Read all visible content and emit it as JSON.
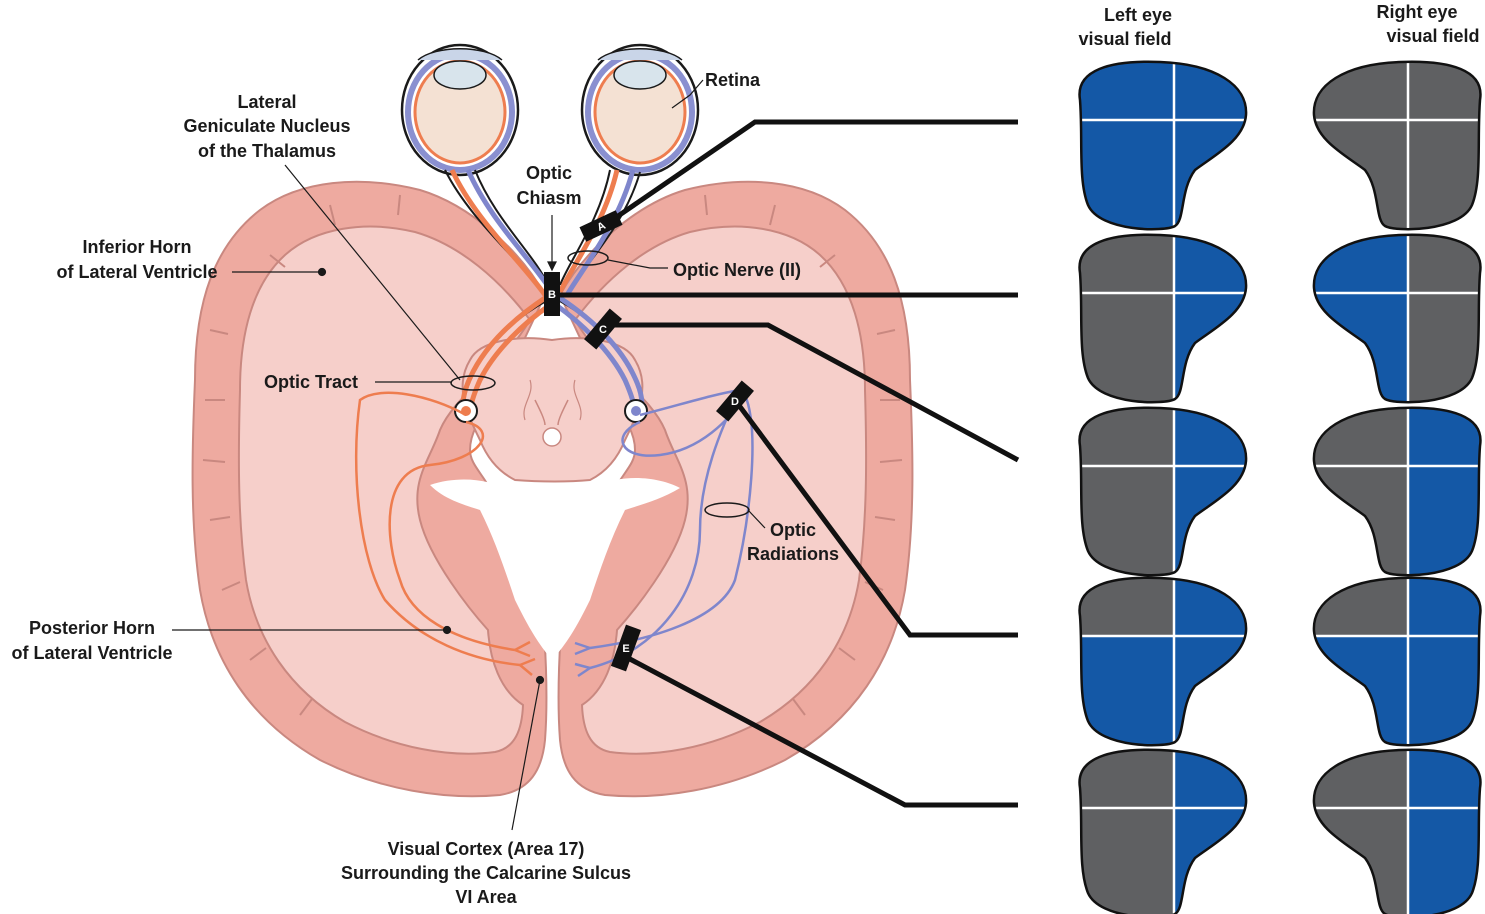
{
  "colors": {
    "brain_outer": "#eeaaa0",
    "brain_inner": "#f6cfca",
    "brain_stroke": "#c98880",
    "field_blue": "#1458a6",
    "field_gray": "#5f6062",
    "path_orange": "#ee7d4f",
    "path_blue": "#7f86cc",
    "eye_skin": "#f4e1d3",
    "lesion": "#111111"
  },
  "headers": {
    "left_eye": [
      "Left eye",
      "visual field"
    ],
    "right_eye": [
      "Right eye",
      "visual field"
    ]
  },
  "labels": {
    "retina": "Retina",
    "lgn": [
      "Lateral",
      "Geniculate Nucleus",
      "of the Thalamus"
    ],
    "optic_chiasm": [
      "Optic",
      "Chiasm"
    ],
    "inferior_horn": [
      "Inferior Horn",
      "of Lateral Ventricle"
    ],
    "optic_nerve": "Optic Nerve (II)",
    "optic_tract": "Optic Tract",
    "optic_radiations": [
      "Optic",
      "Radiations"
    ],
    "posterior_horn": [
      "Posterior Horn",
      "of Lateral Ventricle"
    ],
    "visual_cortex": [
      "Visual Cortex (Area 17)",
      "Surrounding the Calcarine Sulcus",
      "VI Area"
    ]
  },
  "lesions": [
    {
      "letter": "A",
      "left_eye": {
        "ul": "blue",
        "ur": "blue",
        "ll": "blue",
        "lr": "blue"
      },
      "right_eye": {
        "ul": "gray",
        "ur": "gray",
        "ll": "gray",
        "lr": "gray"
      }
    },
    {
      "letter": "B",
      "left_eye": {
        "ul": "gray",
        "ur": "blue",
        "ll": "gray",
        "lr": "blue"
      },
      "right_eye": {
        "ul": "blue",
        "ur": "gray",
        "ll": "blue",
        "lr": "gray"
      }
    },
    {
      "letter": "C",
      "left_eye": {
        "ul": "gray",
        "ur": "blue",
        "ll": "gray",
        "lr": "blue"
      },
      "right_eye": {
        "ul": "gray",
        "ur": "blue",
        "ll": "gray",
        "lr": "blue"
      }
    },
    {
      "letter": "D",
      "left_eye": {
        "ul": "gray",
        "ur": "blue",
        "ll": "blue",
        "lr": "blue"
      },
      "right_eye": {
        "ul": "gray",
        "ur": "blue",
        "ll": "blue",
        "lr": "blue"
      }
    },
    {
      "letter": "E",
      "left_eye": {
        "ul": "gray",
        "ur": "blue",
        "ll": "gray",
        "lr": "blue"
      },
      "right_eye": {
        "ul": "gray",
        "ur": "blue",
        "ll": "gray",
        "lr": "blue"
      }
    }
  ]
}
